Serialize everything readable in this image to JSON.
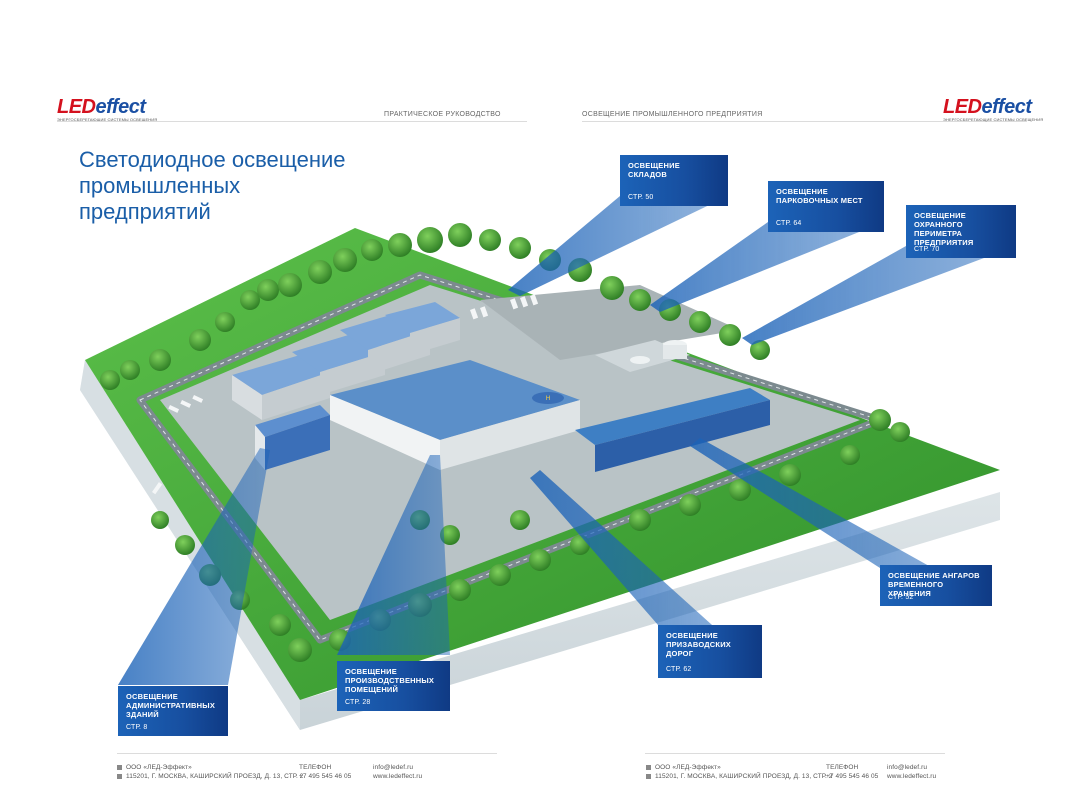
{
  "header": {
    "logo_left": {
      "led": "LED",
      "effect": "effect",
      "tagline": "ЭНЕРГОСБЕРЕГАЮЩИЕ СИСТЕМЫ ОСВЕЩЕНИЯ"
    },
    "logo_right": {
      "led": "LED",
      "effect": "effect",
      "tagline": "ЭНЕРГОСБЕРЕГАЮЩИЕ СИСТЕМЫ ОСВЕЩЕНИЯ"
    },
    "left_section": "ПРАКТИЧЕСКОЕ РУКОВОДСТВО",
    "right_section": "ОСВЕЩЕНИЕ ПРОМЫШЛЕННОГО ПРЕДПРИЯТИЯ"
  },
  "title": {
    "line1": "Светодиодное освещение",
    "line2": "промышленных",
    "line3": "предприятий"
  },
  "callouts": {
    "warehouses": {
      "l1": "ОСВЕЩЕНИЕ СКЛАДОВ",
      "page": "СТР. 50"
    },
    "parking": {
      "l1": "ОСВЕЩЕНИЕ",
      "l2": "ПАРКОВОЧНЫХ МЕСТ",
      "page": "СТР. 64"
    },
    "perimeter": {
      "l1": "ОСВЕЩЕНИЕ",
      "l2": "ОХРАННОГО ПЕРИМЕТРА",
      "l3": "ПРЕДПРИЯТИЯ",
      "page": "СТР. 70"
    },
    "hangars": {
      "l1": "ОСВЕЩЕНИЕ АНГАРОВ",
      "l2": "ВРЕМЕННОГО ХРАНЕНИЯ",
      "page": "СТР. 52"
    },
    "roads": {
      "l1": "ОСВЕЩЕНИЕ",
      "l2": "ПРИЗАВОДСКИХ ДОРОГ",
      "page": "СТР. 62"
    },
    "production": {
      "l1": "ОСВЕЩЕНИЕ",
      "l2": "ПРОИЗВОДСТВЕННЫХ",
      "l3": "ПОМЕЩЕНИЙ",
      "page": "СТР. 28"
    },
    "admin": {
      "l1": "ОСВЕЩЕНИЕ",
      "l2": "АДМИНИСТРАТИВНЫХ",
      "l3": "ЗДАНИЙ",
      "page": "СТР. 8"
    }
  },
  "footer": {
    "company": "ООО «ЛЕД-Эффект»",
    "address": "115201, Г. МОСКВА, КАШИРСКИЙ ПРОЕЗД, Д. 13, СТР. 2",
    "phone_label": "ТЕЛЕФОН",
    "phone": "+7 495 545 46 05",
    "email": "info@ledef.ru",
    "email_right": "info@ledef.ru",
    "site": "www.ledeffect.ru"
  },
  "colors": {
    "brand_blue": "#1a5ea8",
    "brand_red": "#d4111e",
    "callout_blue": "#174fa0",
    "grass": "#3fa535"
  }
}
